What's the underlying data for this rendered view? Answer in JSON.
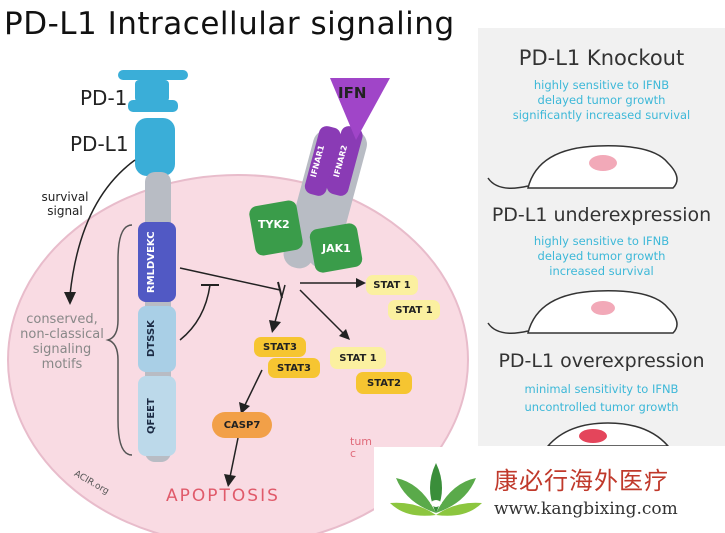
{
  "title": "PD-L1 Intracellular signaling",
  "labels": {
    "pd1": "PD-1",
    "pdl1": "PD-L1",
    "ifn": "IFN",
    "survival_signal": "survival\nsignal",
    "motifs_note": "conserved,\nnon-classical\nsignaling\nmotifs",
    "source": "ACIR.org",
    "tumor": "tum\nc"
  },
  "motifs": [
    "RMLDVEKC",
    "DTSSK",
    "QFEET"
  ],
  "receptors": [
    "IFNAR1",
    "IFNAR2"
  ],
  "kinases": [
    "TYK2",
    "JAK1"
  ],
  "stats": [
    "STAT 1",
    "STAT 1",
    "STAT3",
    "STAT3",
    "STAT 1",
    "STAT2"
  ],
  "casp": "CASP7",
  "apoptosis": "APOPTOSIS",
  "panel": {
    "sections": [
      {
        "heading": "PD-L1 Knockout",
        "lines": [
          "highly sensitive to IFNB",
          "delayed tumor growth",
          "significantly increased survival"
        ]
      },
      {
        "heading": "PD-L1 underexpression",
        "lines": [
          "highly sensitive to IFNB",
          "delayed tumor growth",
          "increased survival"
        ]
      },
      {
        "heading": "PD-L1 overexpression",
        "lines": [
          "minimal sensitivity to IFNB",
          "uncontrolled tumor growth"
        ]
      }
    ]
  },
  "footer": {
    "cn": "康必行海外医疗",
    "url": "www.kangbixing.com"
  },
  "colors": {
    "cell": "#f9dbe3",
    "cell_border": "#e8bccb",
    "pdl1_head": "#3aaed8",
    "stem": "#b8bcc4",
    "rmldvekc": "#5159c4",
    "dtssk": "#a9cfe6",
    "qfeet": "#bcd9ea",
    "ifn": "#a045c8",
    "ifnar": "#8a3bb5",
    "tyk2": "#3a9c4a",
    "jak1": "#3a9c4a",
    "stat_light": "#fbf0a0",
    "stat_yellow": "#f6c531",
    "casp": "#f2a048",
    "apoptosis": "#e05a6a",
    "panel_text": "#3db8d8"
  }
}
